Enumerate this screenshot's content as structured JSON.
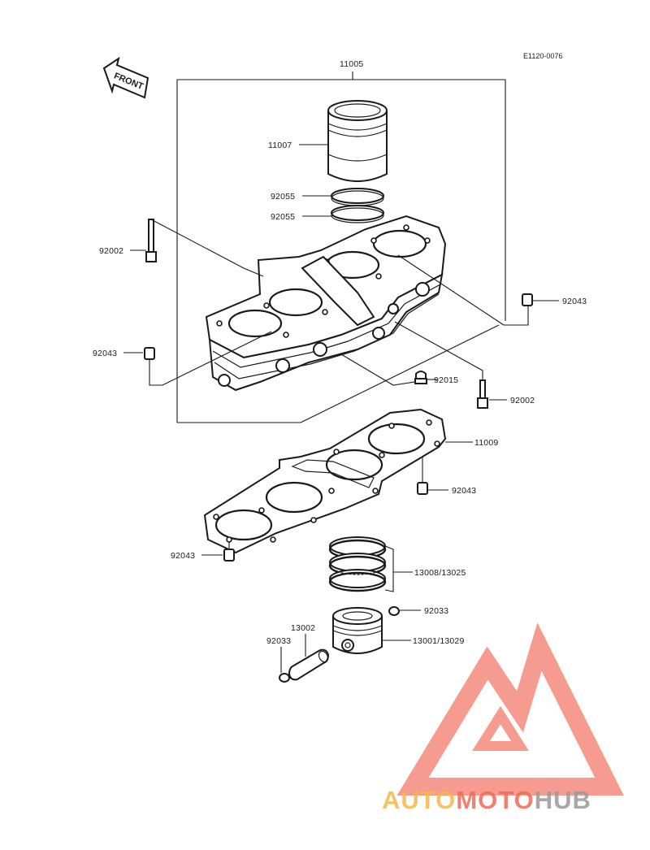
{
  "diagram": {
    "ref_code": "E1120-0076",
    "front_label": "FRONT",
    "parts": {
      "p11005": "11005",
      "p11007": "11007",
      "p92055_a": "92055",
      "p92055_b": "92055",
      "p92002_left": "92002",
      "p92043_right": "92043",
      "p92043_left": "92043",
      "p92015": "92015",
      "p92002_right": "92002",
      "p11009": "11009",
      "p92043_gasket_right": "92043",
      "p92043_gasket_left": "92043",
      "p13008": "13008/13025",
      "p92033_right": "92033",
      "p13002": "13002",
      "p92033_left": "92033",
      "p13001": "13001/13029"
    }
  },
  "watermark": {
    "part1": "AUTO",
    "part2": "MOTO",
    "part3": "HUB",
    "colors": {
      "yellow": "#f5b94a",
      "red": "#f06a55",
      "grey": "#9a9a9a",
      "logo": "#f47a6b"
    }
  }
}
